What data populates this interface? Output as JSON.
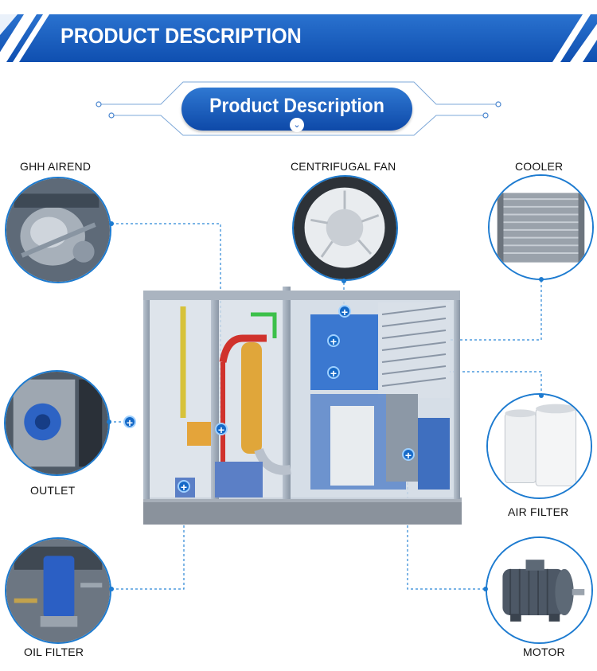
{
  "banner": {
    "title": "PRODUCT DESCRIPTION"
  },
  "heading": {
    "title": "Product Description",
    "chevron": "chevron-down-icon"
  },
  "components": [
    {
      "id": "ghh-airend",
      "label": "GHH AIREND"
    },
    {
      "id": "centrifugal-fan",
      "label": "CENTRIFUGAL FAN"
    },
    {
      "id": "cooler",
      "label": "COOLER"
    },
    {
      "id": "outlet",
      "label": "OUTLET"
    },
    {
      "id": "air-filter",
      "label": "AIR FILTER"
    },
    {
      "id": "oil-filter",
      "label": "OIL FILTER"
    },
    {
      "id": "motor",
      "label": "MOTOR"
    }
  ],
  "colors": {
    "accent": "#1d7bd0",
    "banner": "#1a5fc0",
    "pill": "#1457b8"
  }
}
